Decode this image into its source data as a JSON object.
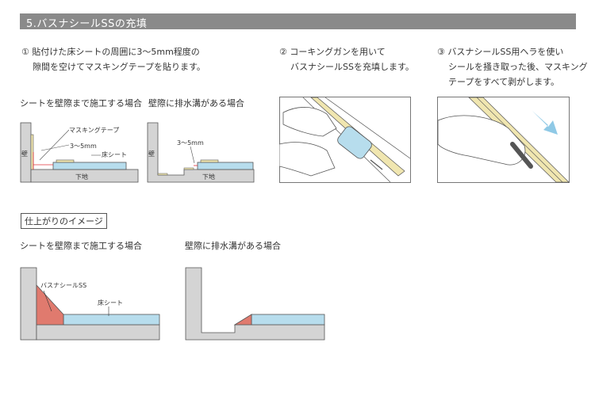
{
  "section": {
    "title": "5.バスナシールSSの充填"
  },
  "steps": [
    {
      "line1": "① 貼付けた床シートの周囲に3〜5mm程度の",
      "line2": "隙間を空けてマスキングテープを貼ります。"
    },
    {
      "line1": "② コーキングガンを用いて",
      "line2": "バスナシールSSを充填します。"
    },
    {
      "line1": "③ バスナシールSS用ヘラを使い",
      "line2": "シールを掻き取った後、マスキング",
      "line3": "テープをすべて剥がします。"
    }
  ],
  "diagrams_top": {
    "case_wall": "シートを壁際まで施工する場合",
    "case_drain": "壁際に排水溝がある場合",
    "label_wall": "壁",
    "label_masking": "マスキングテープ",
    "label_gap": "3〜5mm",
    "label_sheet": "床シート",
    "label_base": "下地"
  },
  "finish": {
    "title": "仕上がりのイメージ",
    "case_wall": "シートを壁際まで施工する場合",
    "case_drain": "壁際に排水溝がある場合",
    "label_seal": "バスナシールSS",
    "label_sheet": "床シート"
  },
  "colors": {
    "sheet": "#b7dded",
    "base": "#d4d4d4",
    "sealant": "#e07a6e",
    "tape": "#f0e6b0",
    "header": "#8a8a8a"
  }
}
